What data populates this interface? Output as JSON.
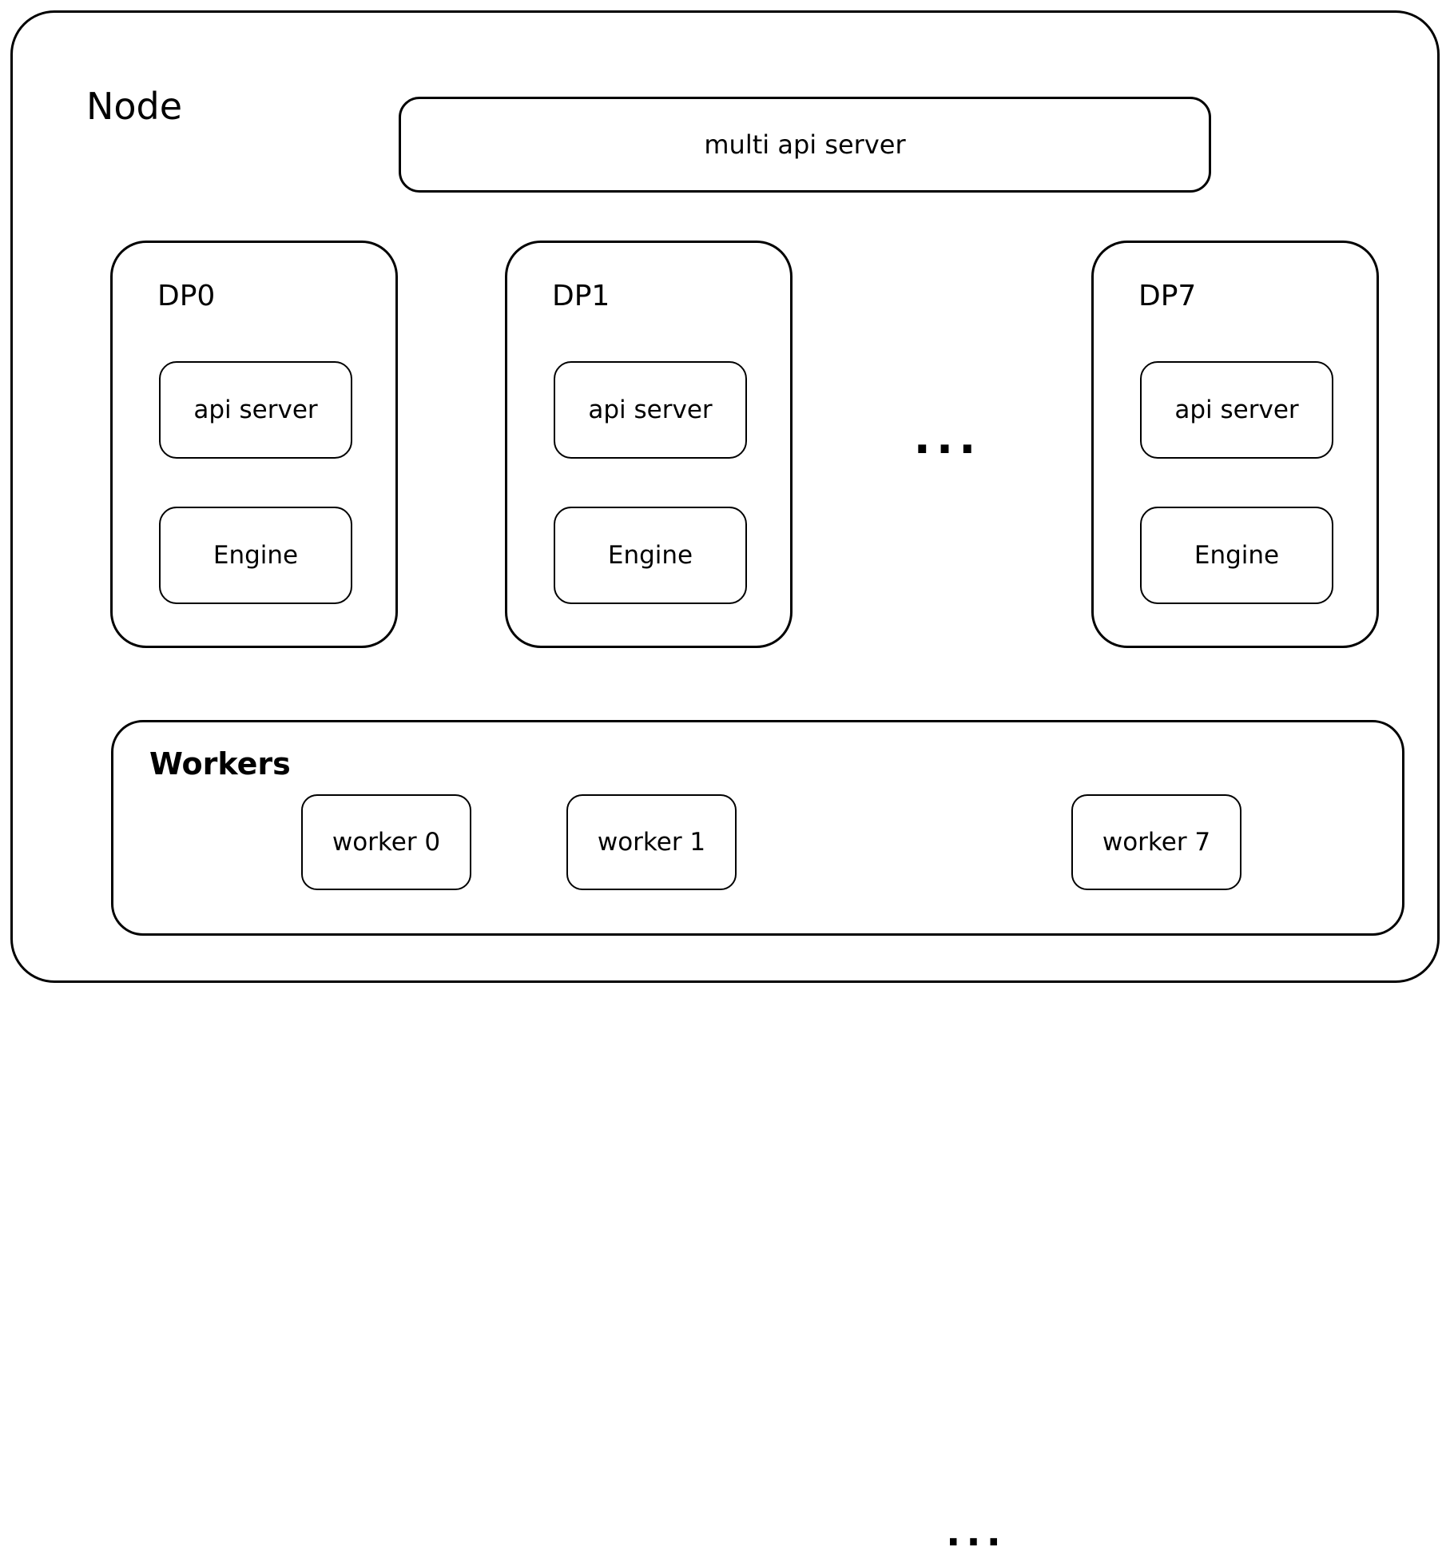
{
  "diagram": {
    "node_label": "Node",
    "multi_api_server_label": "multi api server",
    "dp_groups": [
      {
        "label": "DP0",
        "children": [
          "api server",
          "Engine"
        ]
      },
      {
        "label": "DP1",
        "children": [
          "api server",
          "Engine"
        ]
      },
      {
        "label": "DP7",
        "children": [
          "api server",
          "Engine"
        ]
      }
    ],
    "dp_row_ellipsis": "...",
    "workers": {
      "label": "Workers",
      "items": [
        "worker 0",
        "worker 1",
        "worker 7"
      ],
      "ellipsis": "..."
    },
    "colors": {
      "stroke": "#000000",
      "background": "#ffffff"
    }
  }
}
